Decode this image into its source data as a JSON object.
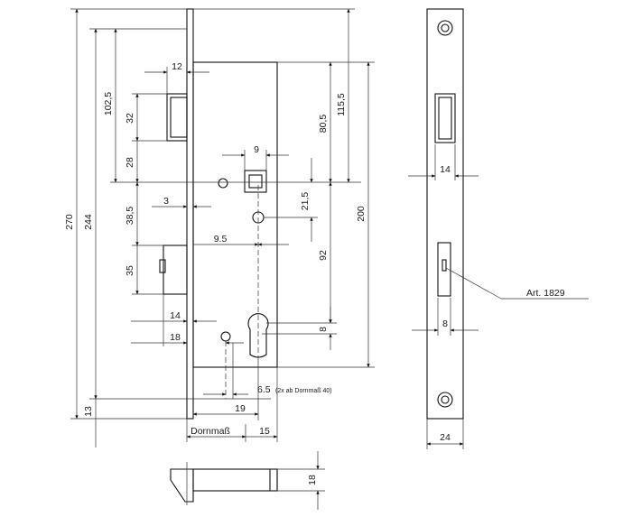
{
  "dimensions": {
    "d270": "270",
    "d244": "244",
    "d13": "13",
    "d102_5": "102,5",
    "d32": "32",
    "d28": "28",
    "d38_5": "38,5",
    "d35": "35",
    "d12": "12",
    "d3": "3",
    "d9": "9",
    "d9_5": "9.5",
    "d21_5": "21,5",
    "d14_left": "14",
    "d18_left": "18",
    "d80_5": "80,5",
    "d115_5": "115,5",
    "d200": "200",
    "d92": "92",
    "d8_left": "8",
    "d6_5": "6.5",
    "d6_5_note": "(2x ab Dornmaß 40)",
    "d19": "19",
    "dornmass": "Dornmaß",
    "d15": "15",
    "d18_bottom": "18",
    "d14_right": "14",
    "d8_right": "8",
    "d24": "24"
  },
  "callouts": {
    "art": "Art. 1829"
  }
}
